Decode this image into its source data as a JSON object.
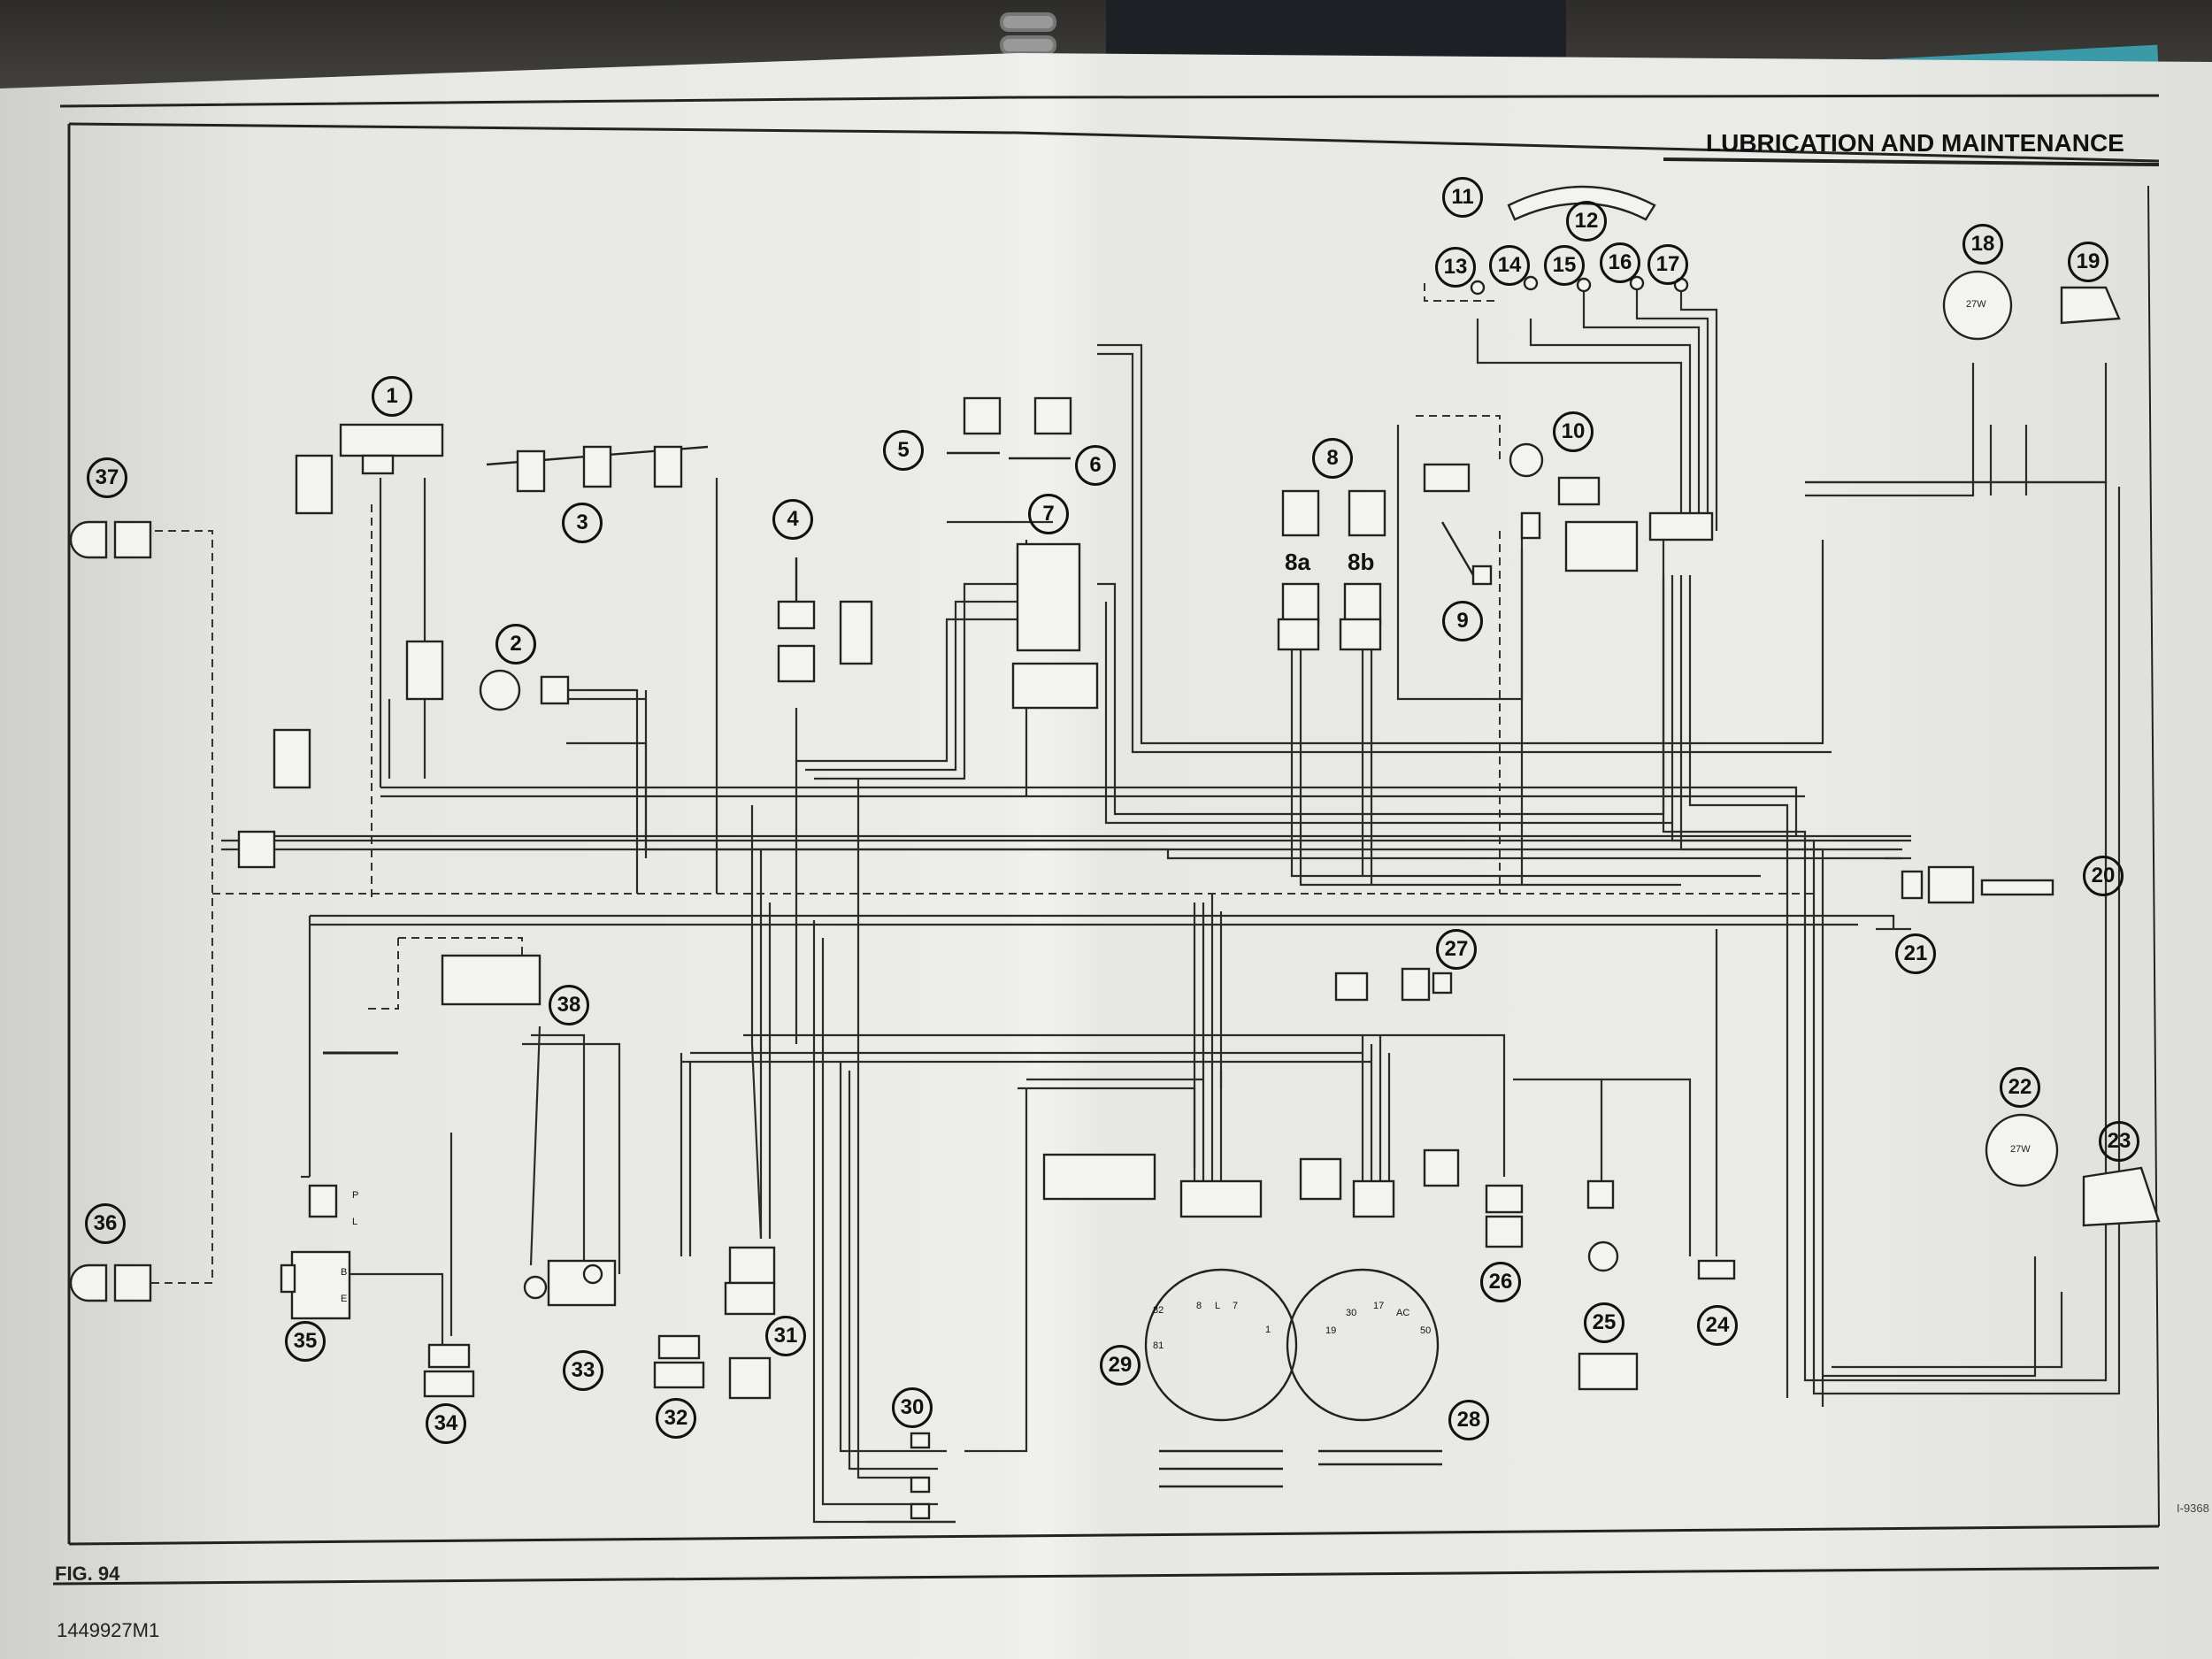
{
  "header": {
    "title": "LUBRICATION AND MAINTENANCE"
  },
  "footer": {
    "figure": "FIG. 94",
    "part_number": "1449927M1",
    "corner_code": "I-9368"
  },
  "callouts": [
    {
      "id": "c1",
      "text": "1"
    },
    {
      "id": "c2",
      "text": "2"
    },
    {
      "id": "c3",
      "text": "3"
    },
    {
      "id": "c4",
      "text": "4"
    },
    {
      "id": "c5",
      "text": "5"
    },
    {
      "id": "c6",
      "text": "6"
    },
    {
      "id": "c7",
      "text": "7"
    },
    {
      "id": "c8",
      "text": "8"
    },
    {
      "id": "c9",
      "text": "9"
    },
    {
      "id": "c10",
      "text": "10"
    },
    {
      "id": "c11",
      "text": "11"
    },
    {
      "id": "c12",
      "text": "12"
    },
    {
      "id": "c13",
      "text": "13"
    },
    {
      "id": "c14",
      "text": "14"
    },
    {
      "id": "c15",
      "text": "15"
    },
    {
      "id": "c16",
      "text": "16"
    },
    {
      "id": "c17",
      "text": "17"
    },
    {
      "id": "c18",
      "text": "18"
    },
    {
      "id": "c19",
      "text": "19"
    },
    {
      "id": "c20",
      "text": "20"
    },
    {
      "id": "c21",
      "text": "21"
    },
    {
      "id": "c22",
      "text": "22"
    },
    {
      "id": "c23",
      "text": "23"
    },
    {
      "id": "c24",
      "text": "24"
    },
    {
      "id": "c25",
      "text": "25"
    },
    {
      "id": "c26",
      "text": "26"
    },
    {
      "id": "c27",
      "text": "27"
    },
    {
      "id": "c28",
      "text": "28"
    },
    {
      "id": "c29",
      "text": "29"
    },
    {
      "id": "c30",
      "text": "30"
    },
    {
      "id": "c31",
      "text": "31"
    },
    {
      "id": "c32",
      "text": "32"
    },
    {
      "id": "c33",
      "text": "33"
    },
    {
      "id": "c34",
      "text": "34"
    },
    {
      "id": "c35",
      "text": "35"
    },
    {
      "id": "c36",
      "text": "36"
    },
    {
      "id": "c37",
      "text": "37"
    },
    {
      "id": "c38",
      "text": "38"
    }
  ],
  "sublabels": {
    "a8": "8a",
    "b8": "8b"
  },
  "lamp_labels": {
    "lamp18": "27W",
    "lamp22": "27W"
  },
  "gauge29_pins": [
    "82",
    "81",
    "8",
    "L",
    "7",
    "1"
  ],
  "gauge28_pins": [
    "19",
    "30",
    "17",
    "AC",
    "50"
  ],
  "switch35_pins": [
    "B",
    "E"
  ],
  "sender_pins": [
    "P",
    "L"
  ]
}
